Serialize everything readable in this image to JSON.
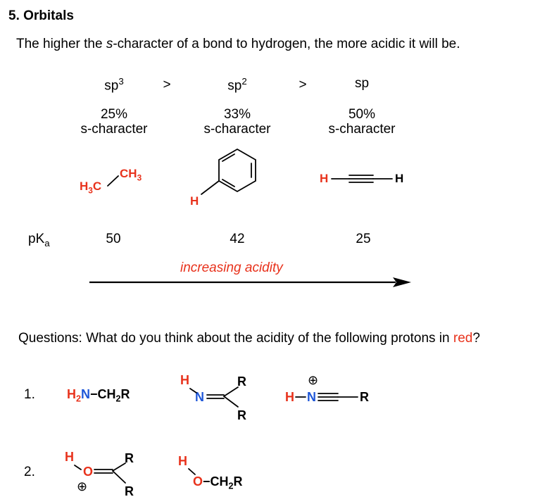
{
  "heading": "5. Orbitals",
  "intro": {
    "before": "The higher the ",
    "emph": "s",
    "after": "-character of a bond to hydrogen, the more acidic it will be."
  },
  "comparison": {
    "columns": [
      {
        "hybrid": "sp",
        "hybrid_sup": "3",
        "percent": "25%",
        "label": "s-character",
        "pka": "50"
      },
      {
        "hybrid": "sp",
        "hybrid_sup": "2",
        "percent": "33%",
        "label": "s-character",
        "pka": "42"
      },
      {
        "hybrid": "sp",
        "hybrid_sup": "",
        "percent": "50%",
        "label": "s-character",
        "pka": "25"
      }
    ],
    "gt1": ">",
    "gt2": ">",
    "pka_label": "pK",
    "pka_sub": "a",
    "arrow_label": "increasing acidity"
  },
  "molecules": {
    "methane": {
      "h3c_h": "H",
      "h3c_3": "3",
      "h3c_c": "C",
      "ch3_c": "CH",
      "ch3_3": "3"
    },
    "benzene": {
      "h": "H"
    },
    "acetylene": {
      "left_h": "H",
      "right_h": "H"
    }
  },
  "questions": {
    "prompt_before": "Questions: What do you think about the acidity of the following protons in ",
    "prompt_red": "red",
    "prompt_after": "?",
    "q1": {
      "number": "1.",
      "amine": {
        "h": "H",
        "h_sub": "2",
        "n": "N",
        "dash": "−",
        "ch": "CH",
        "ch_sub": "2",
        "r": "R"
      },
      "imine": {
        "h": "H",
        "n": "N",
        "r_top": "R",
        "r_bottom": "R"
      },
      "nitrilium": {
        "h": "H",
        "n": "N",
        "r": "R",
        "charge": "⊕"
      }
    },
    "q2": {
      "number": "2.",
      "oxonium": {
        "h": "H",
        "o": "O",
        "r_top": "R",
        "r_bottom": "R",
        "charge": "⊕"
      },
      "alcohol": {
        "h": "H",
        "o": "O",
        "dash": "−",
        "ch": "CH",
        "ch_sub": "2",
        "r": "R"
      }
    }
  }
}
